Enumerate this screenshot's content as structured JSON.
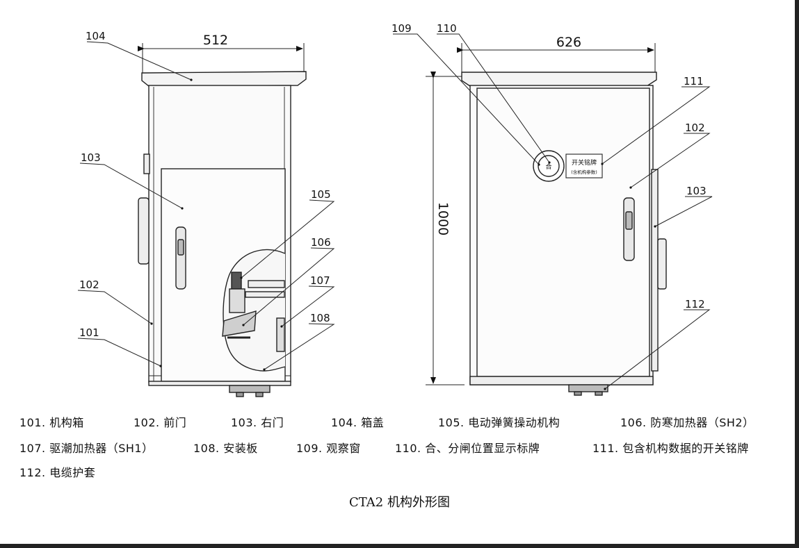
{
  "dimensions": {
    "left_width": "512",
    "right_width": "626",
    "height": "1000"
  },
  "callouts": {
    "c101": "101",
    "c102_left": "102",
    "c103_left": "103",
    "c104": "104",
    "c105": "105",
    "c106": "106",
    "c107": "107",
    "c108": "108",
    "c109": "109",
    "c110": "110",
    "c111": "111",
    "c102_right": "102",
    "c103_right": "103",
    "c112": "112"
  },
  "nameplate": {
    "line1": "开关铭牌",
    "line2": "(含机构参数)"
  },
  "indicator_symbol": "合",
  "legend": [
    "101. 机构箱",
    "102. 前门",
    "103. 右门",
    "104. 箱盖",
    "105. 电动弹簧操动机构",
    "106. 防寒加热器（SH2）",
    "107. 驱潮加热器（SH1）",
    "108. 安装板",
    "109. 观察窗",
    "110. 合、分闸位置显示标牌",
    "111. 包含机构数据的开关铭牌",
    "112. 电缆护套"
  ],
  "caption": "CTA2 机构外形图"
}
